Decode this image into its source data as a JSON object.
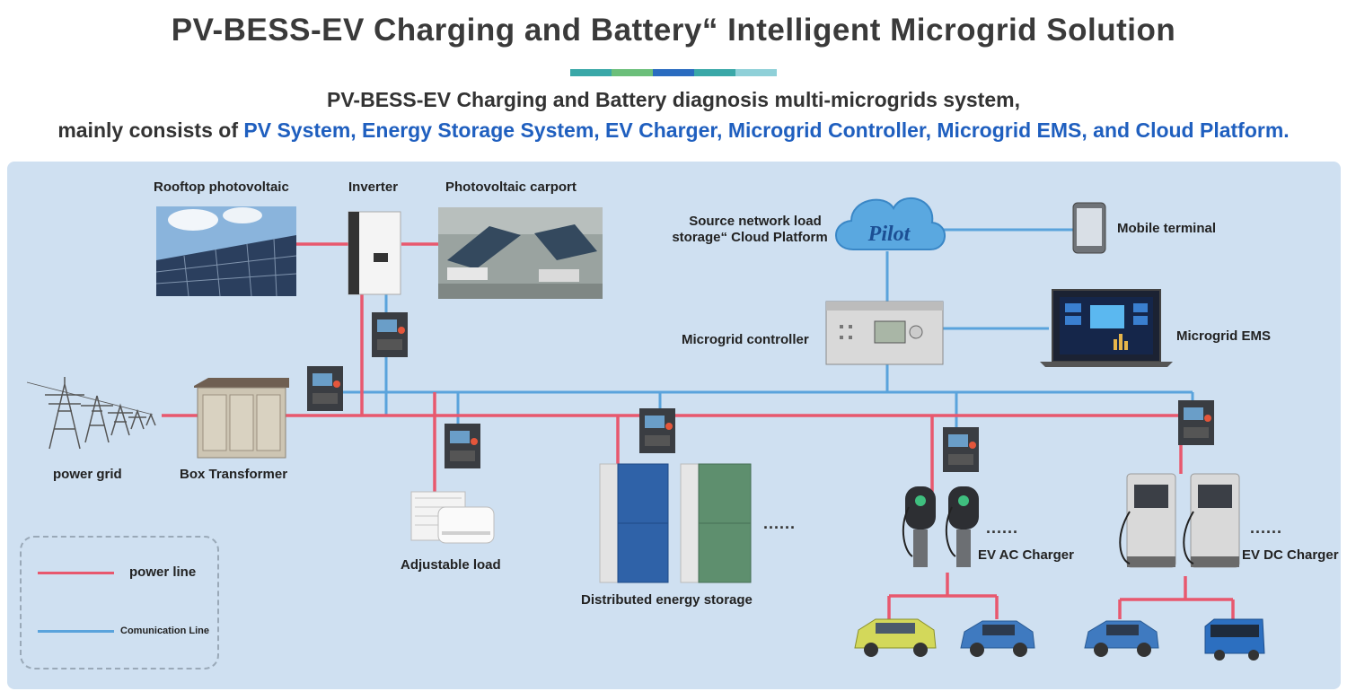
{
  "header": {
    "title": "PV-BESS-EV Charging and Battery“ Intelligent Microgrid Solution",
    "subtitle_line1": "PV-BESS-EV Charging and Battery diagnosis multi-microgrids system,",
    "subtitle_line2_prefix": "mainly consists of ",
    "subtitle_line2_highlight": "PV System, Energy Storage System, EV Charger, Microgrid Controller, Microgrid EMS, and Cloud Platform.",
    "bar_colors": [
      "#3aa8a8",
      "#6cbf7a",
      "#2a6cc0",
      "#3aa8a8",
      "#8fd0d8"
    ]
  },
  "components": {
    "rooftop_pv": "Rooftop photovoltaic",
    "inverter": "Inverter",
    "pv_carport": "Photovoltaic carport",
    "cloud_platform_line1": "Source network load",
    "cloud_platform_line2": "storage“ Cloud Platform",
    "cloud_logo": "Pilot",
    "mobile_terminal": "Mobile terminal",
    "microgrid_controller": "Microgrid controller",
    "microgrid_ems": "Microgrid EMS",
    "power_grid": "power grid",
    "box_transformer": "Box Transformer",
    "adjustable_load": "Adjustable load",
    "distributed_storage": "Distributed energy storage",
    "ev_ac_charger": "EV AC Charger",
    "ev_dc_charger": "EV DC Charger",
    "ellipsis": "......"
  },
  "legend": {
    "power_line": "power line",
    "communication_line": "Comunication Line",
    "power_color": "#e8586e",
    "comm_color": "#5aa3dc"
  }
}
